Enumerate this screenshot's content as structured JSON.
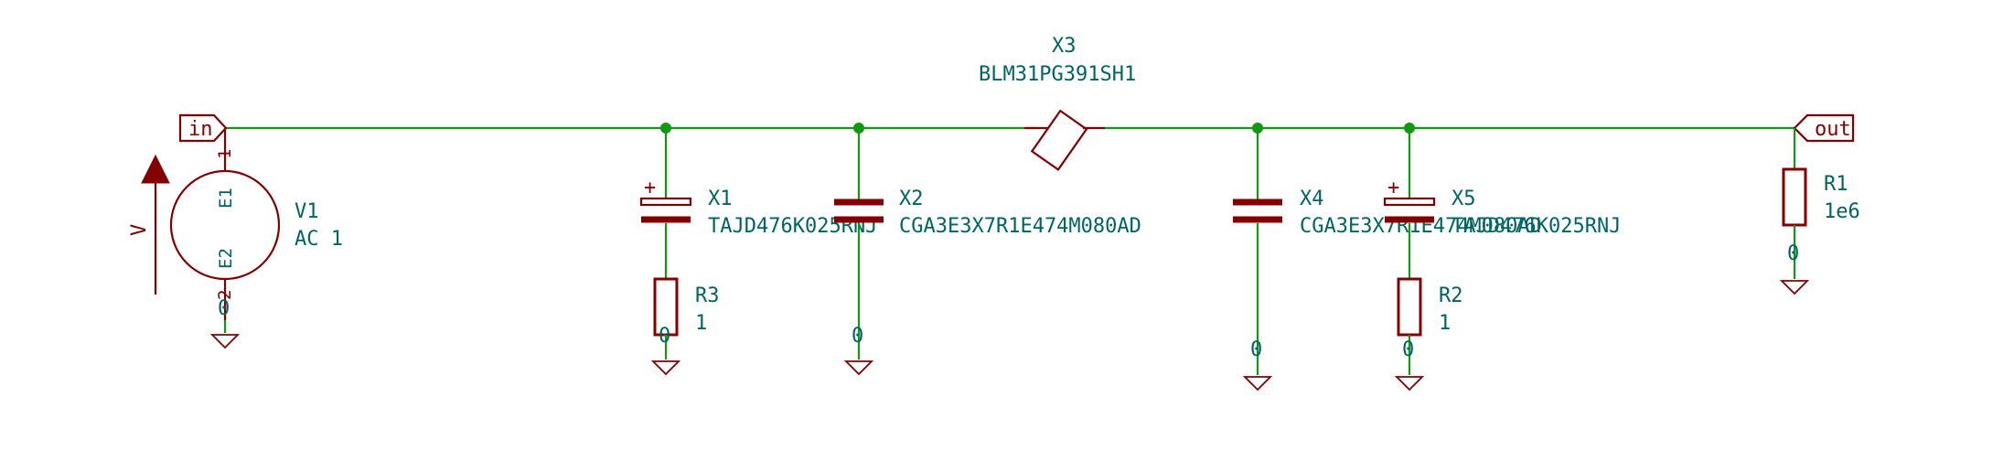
{
  "ports": {
    "in": "in",
    "out": "out"
  },
  "source": {
    "ref": "V1",
    "value": "AC 1",
    "pin1": "1",
    "pin2": "2",
    "e1": "E1",
    "e2": "E2",
    "arrow_label": "V",
    "node_label": "0"
  },
  "components": {
    "x1": {
      "ref": "X1",
      "value": "TAJD476K025RNJ",
      "polarity": "+"
    },
    "x2": {
      "ref": "X2",
      "value": "CGA3E3X7R1E474M080AD",
      "node_label": "0"
    },
    "x3": {
      "ref": "X3",
      "value": "BLM31PG391SH1"
    },
    "x4": {
      "ref": "X4",
      "value": "CGA3E3X7R1E474M080AD",
      "node_label": "0"
    },
    "x5": {
      "ref": "X5",
      "value": "TAJD476K025RNJ",
      "polarity": "+"
    },
    "r1": {
      "ref": "R1",
      "value": "1e6",
      "node_label": "0"
    },
    "r2": {
      "ref": "R2",
      "value": "1",
      "node_label": "0"
    },
    "r3": {
      "ref": "R3",
      "value": "1",
      "node_label": "0"
    }
  },
  "colors": {
    "wire": "#119911",
    "component": "#840000",
    "label": "#006464",
    "background": "#ffffff"
  }
}
